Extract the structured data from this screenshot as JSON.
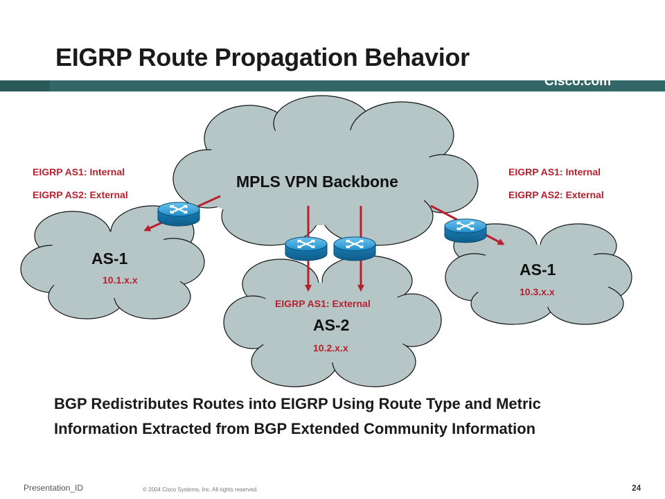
{
  "slide": {
    "title": "EIGRP Route Propagation Behavior",
    "brand": "Cisco.com",
    "summary": "BGP Redistributes Routes into EIGRP Using Route Type and Metric Information Extracted from BGP Extended Community Information"
  },
  "backbone": {
    "label": "MPLS VPN Backbone"
  },
  "sites": {
    "left": {
      "name": "AS-1",
      "prefix": "10.1.x.x"
    },
    "center": {
      "name": "AS-2",
      "prefix": "10.2.x.x"
    },
    "right": {
      "name": "AS-1",
      "prefix": "10.3.x.x"
    }
  },
  "annotations": {
    "left_line1": "EIGRP AS1: Internal",
    "left_line2": "EIGRP AS2: External",
    "right_line1": "EIGRP AS1: Internal",
    "right_line2": "EIGRP AS2: External",
    "center": "EIGRP AS1: External"
  },
  "footer": {
    "presentation_id": "Presentation_ID",
    "copyright": "© 2004 Cisco Systems, Inc. All rights reserved.",
    "page": "24"
  },
  "colors": {
    "cloud": "#b6c6c6",
    "arrow": "#b5202e",
    "router": "#1e8ec8",
    "bar": "#336666"
  }
}
